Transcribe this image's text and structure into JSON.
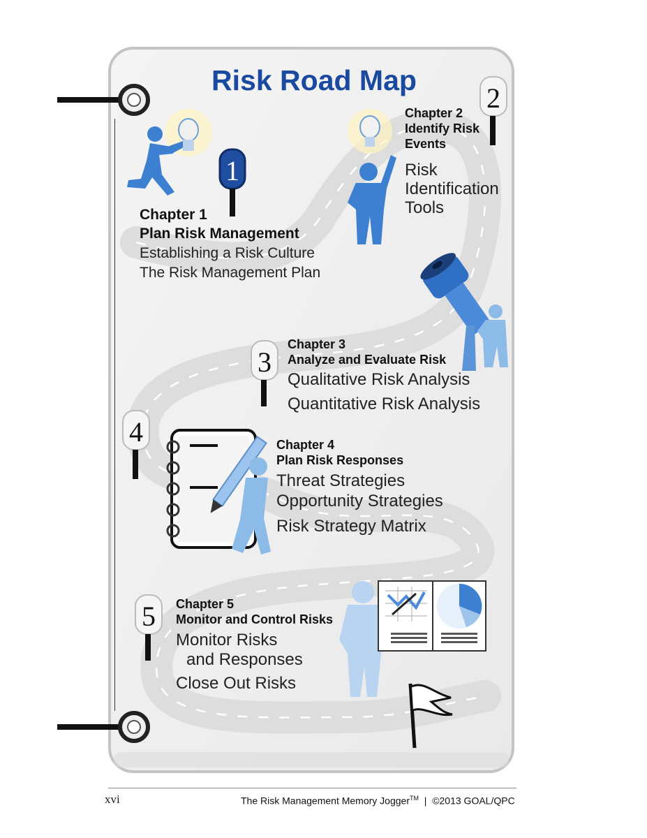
{
  "title": "Risk Road Map",
  "chapters": [
    {
      "number": "1",
      "heading_line1": "Chapter 1",
      "heading_line2": "Plan Risk Management",
      "topics": [
        "Establishing a Risk Culture",
        "The Risk Management Plan"
      ]
    },
    {
      "number": "2",
      "heading_line1": "Chapter 2",
      "heading_line2": "Identify Risk",
      "heading_line3": "Events",
      "topics": [
        "Risk",
        "Identification",
        "Tools"
      ]
    },
    {
      "number": "3",
      "heading_line1": "Chapter 3",
      "heading_line2": "Analyze and Evaluate Risk",
      "topics": [
        "Qualitative Risk Analysis",
        "Quantitative Risk Analysis"
      ]
    },
    {
      "number": "4",
      "heading_line1": "Chapter 4",
      "heading_line2": "Plan Risk Responses",
      "topics": [
        "Threat Strategies",
        "Opportunity Strategies",
        "Risk Strategy Matrix"
      ]
    },
    {
      "number": "5",
      "heading_line1": "Chapter 5",
      "heading_line2": "Monitor and Control Risks",
      "topics": [
        "Monitor Risks",
        "and Responses",
        "Close Out Risks"
      ]
    }
  ],
  "footer": {
    "page_number": "xvi",
    "book_title": "The Risk Management Memory Jogger",
    "trademark": "TM",
    "separator": "|",
    "copyright": "©2013 GOAL/QPC"
  },
  "colors": {
    "title_blue": "#1a4aa0",
    "figure_blue": "#3d7fd0",
    "road": "#e4e4e4",
    "card_border": "#c8c8c8"
  },
  "icons": [
    "binder-ring-icon",
    "lightbulb-icon",
    "runner-figure-icon",
    "telescope-icon",
    "notepad-icon",
    "presentation-board-icon",
    "finish-flag-icon"
  ]
}
